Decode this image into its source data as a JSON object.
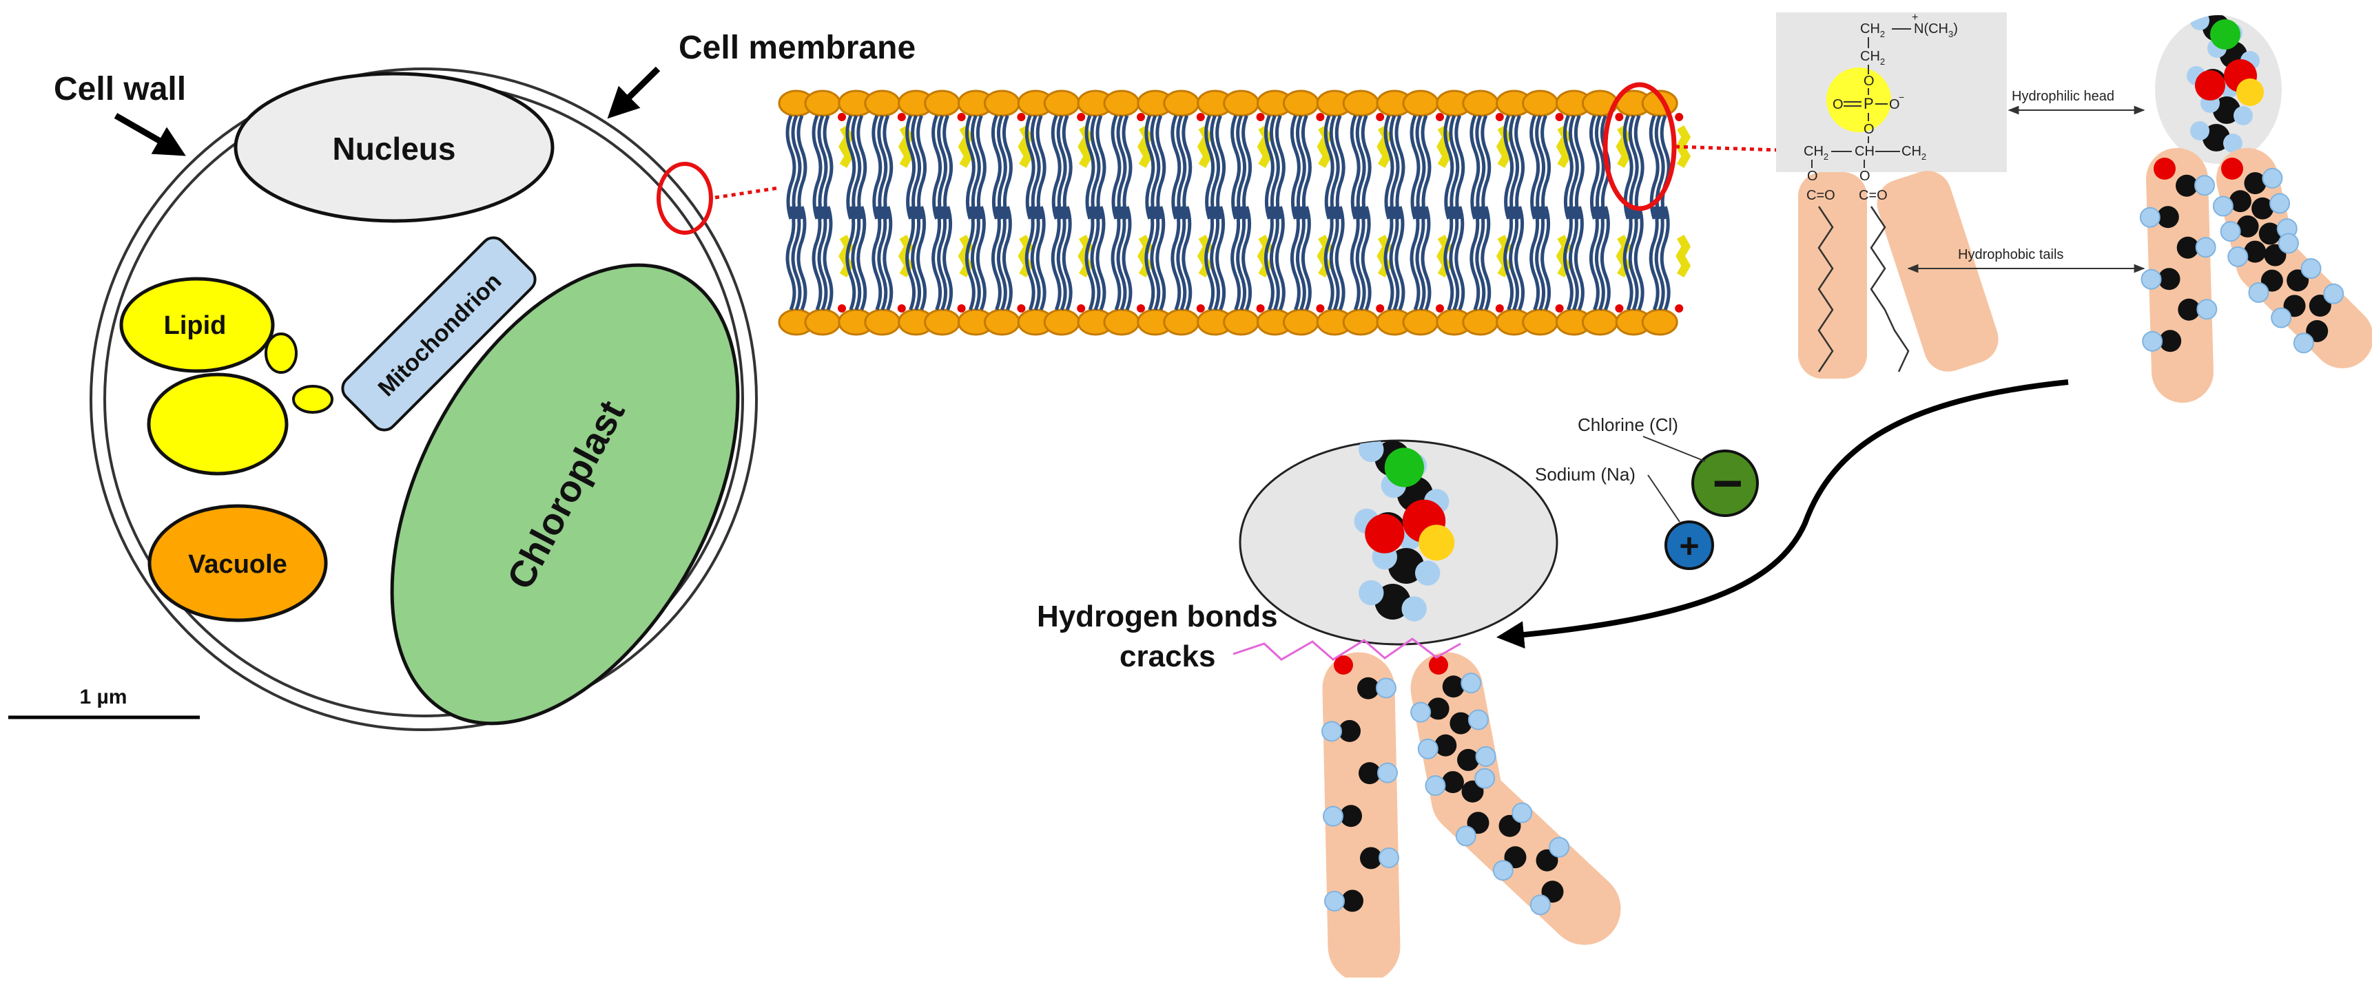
{
  "colors": {
    "nucleus": "#ededed",
    "lipid": "#ffff00",
    "vacuole": "#ffa500",
    "mitochondrion": "#bcd7ef",
    "chloroplast": "#93d08a",
    "highlight_circle": "#e81010",
    "head": "#f5a50a",
    "head_stroke": "#c57b00",
    "tail": "#2b4a7a",
    "cholesterol": "#e8dd10",
    "tail_band": "#f6c4a2",
    "chlorine": "#4a8a1e",
    "sodium": "#1a6eb8",
    "h_bond": "#e466d8",
    "atom_light": "#a9cff0",
    "atom_dark": "#111111",
    "atom_red": "#e60000",
    "atom_green": "#18c018"
  },
  "cell": {
    "labels": {
      "cell_wall": "Cell wall",
      "cell_membrane": "Cell membrane",
      "nucleus": "Nucleus",
      "lipid": "Lipid",
      "vacuole": "Vacuole",
      "mitochondrion": "Mitochondrion",
      "chloroplast": "Chloroplast"
    },
    "scale_bar": "1 µm"
  },
  "phospholipid": {
    "formula": {
      "ch2_top": "CH",
      "ch2_sub": "2",
      "amine": "N(CH",
      "amine_sub": "3",
      "amine_close": ")",
      "amine_charge": "+",
      "ch2_mid": "CH",
      "ch2_mid_sub": "2",
      "o1": "O",
      "p": "P",
      "o_left": "O",
      "o_right": "O",
      "o_minus": "−",
      "o2": "O",
      "backbone_ch2_left": "CH",
      "backbone_ch": "CH",
      "backbone_ch2_right": "CH",
      "sub2": "2",
      "ester_o_left": "O",
      "ester_o_right": "O",
      "carbonyl_left": "C=O",
      "carbonyl_right": "C=O"
    },
    "hydrophilic_label": "Hydrophilic head",
    "hydrophobic_label": "Hydrophobic tails"
  },
  "ions": {
    "chlorine_label": "Chlorine (Cl)",
    "sodium_label": "Sodium (Na)",
    "minus_sign": "−",
    "plus_sign": "+"
  },
  "damage": {
    "line1": "Hydrogen bonds",
    "line2": "cracks"
  }
}
